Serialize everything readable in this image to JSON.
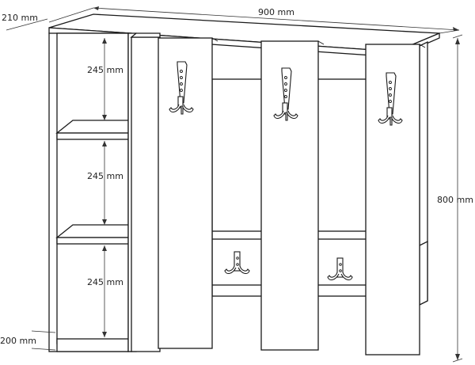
{
  "dimensions": {
    "depth": "210 mm",
    "width": "900 mm",
    "height": "800 mm",
    "shelf_1": "245 mm",
    "shelf_2": "245 mm",
    "shelf_3": "245 mm",
    "bottom": "200 mm"
  },
  "hooks": {
    "upper_count": 3,
    "lower_count": 2
  }
}
